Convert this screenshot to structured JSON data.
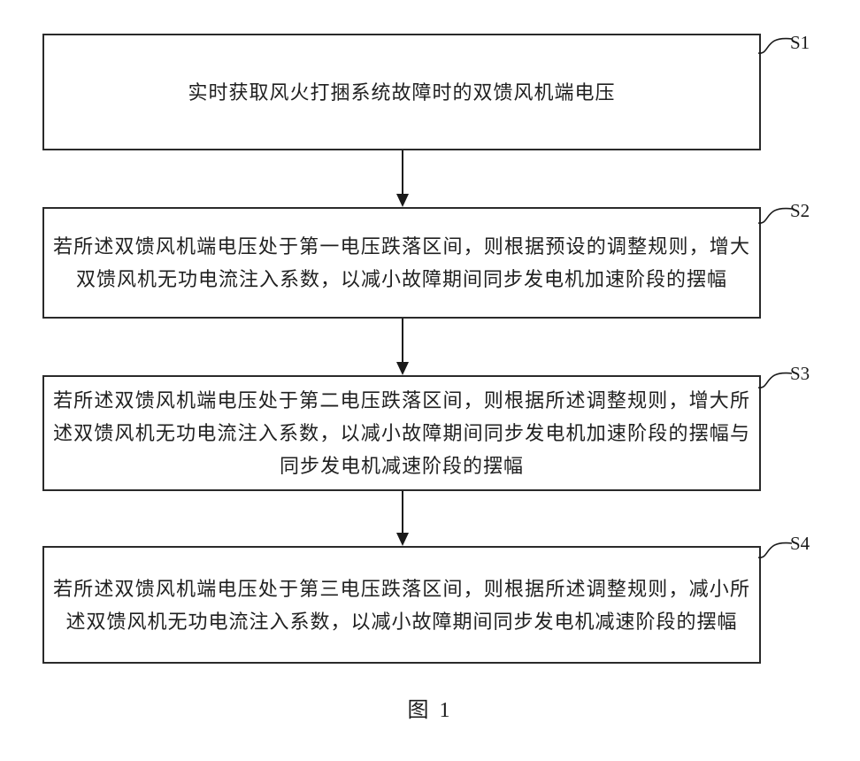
{
  "figure": {
    "caption": "图 1",
    "steps": [
      {
        "label": "S1",
        "text": "实时获取风火打捆系统故障时的双馈风机端电压"
      },
      {
        "label": "S2",
        "text": "若所述双馈风机端电压处于第一电压跌落区间，则根据预设的调整规则，增大双馈风机无功电流注入系数，以减小故障期间同步发电机加速阶段的摆幅"
      },
      {
        "label": "S3",
        "text": "若所述双馈风机端电压处于第二电压跌落区间，则根据所述调整规则，增大所述双馈风机无功电流注入系数，以减小故障期间同步发电机加速阶段的摆幅与同步发电机减速阶段的摆幅"
      },
      {
        "label": "S4",
        "text": "若所述双馈风机端电压处于第三电压跌落区间，则根据所述调整规则，减小所述双馈风机无功电流注入系数，以减小故障期间同步发电机减速阶段的摆幅"
      }
    ]
  }
}
